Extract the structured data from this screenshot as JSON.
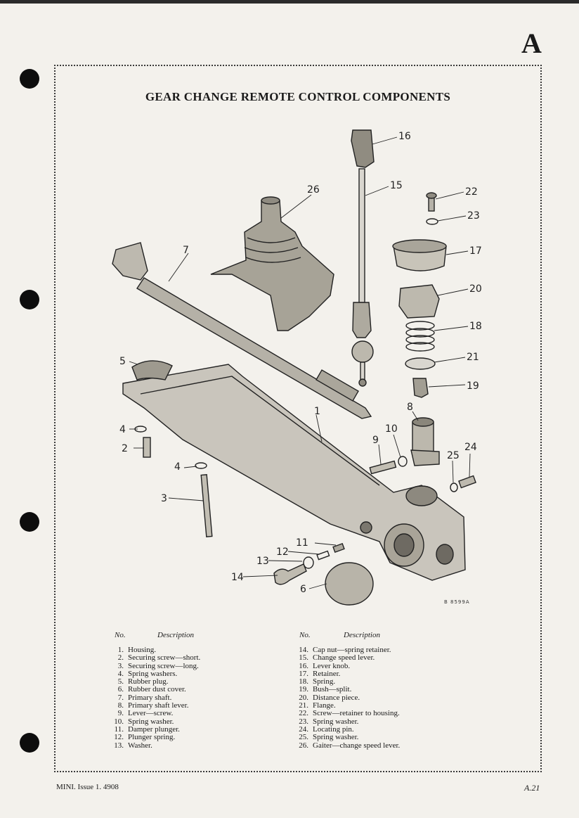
{
  "section_letter": "A",
  "title": "GEAR CHANGE REMOTE CONTROL COMPONENTS",
  "drawing_ref": "B 8599A",
  "callouts": [
    "1",
    "2",
    "3",
    "4",
    "4",
    "5",
    "6",
    "7",
    "8",
    "9",
    "10",
    "11",
    "12",
    "13",
    "14",
    "15",
    "16",
    "17",
    "18",
    "19",
    "20",
    "21",
    "22",
    "23",
    "24",
    "25",
    "26"
  ],
  "legend": {
    "no_header": "No.",
    "desc_header": "Description",
    "left": [
      {
        "no": "1.",
        "desc": "Housing."
      },
      {
        "no": "2.",
        "desc": "Securing screw—short."
      },
      {
        "no": "3.",
        "desc": "Securing screw—long."
      },
      {
        "no": "4.",
        "desc": "Spring washers."
      },
      {
        "no": "5.",
        "desc": "Rubber plug."
      },
      {
        "no": "6.",
        "desc": "Rubber dust cover."
      },
      {
        "no": "7.",
        "desc": "Primary shaft."
      },
      {
        "no": "8.",
        "desc": "Primary shaft lever."
      },
      {
        "no": "9.",
        "desc": "Lever—screw."
      },
      {
        "no": "10.",
        "desc": "Spring washer."
      },
      {
        "no": "11.",
        "desc": "Damper plunger."
      },
      {
        "no": "12.",
        "desc": "Plunger spring."
      },
      {
        "no": "13.",
        "desc": "Washer."
      }
    ],
    "right": [
      {
        "no": "14.",
        "desc": "Cap nut—spring retainer."
      },
      {
        "no": "15.",
        "desc": "Change speed lever."
      },
      {
        "no": "16.",
        "desc": "Lever knob."
      },
      {
        "no": "17.",
        "desc": "Retainer."
      },
      {
        "no": "18.",
        "desc": "Spring."
      },
      {
        "no": "19.",
        "desc": "Bush—split."
      },
      {
        "no": "20.",
        "desc": "Distance piece."
      },
      {
        "no": "21.",
        "desc": "Flange."
      },
      {
        "no": "22.",
        "desc": "Screw—retainer to housing."
      },
      {
        "no": "23.",
        "desc": "Spring washer."
      },
      {
        "no": "24.",
        "desc": "Locating pin."
      },
      {
        "no": "25.",
        "desc": "Spring washer."
      },
      {
        "no": "26.",
        "desc": "Gaiter—change speed lever."
      }
    ]
  },
  "footer": {
    "left": "MINI.  Issue 1.  4908",
    "right": "A.21"
  }
}
